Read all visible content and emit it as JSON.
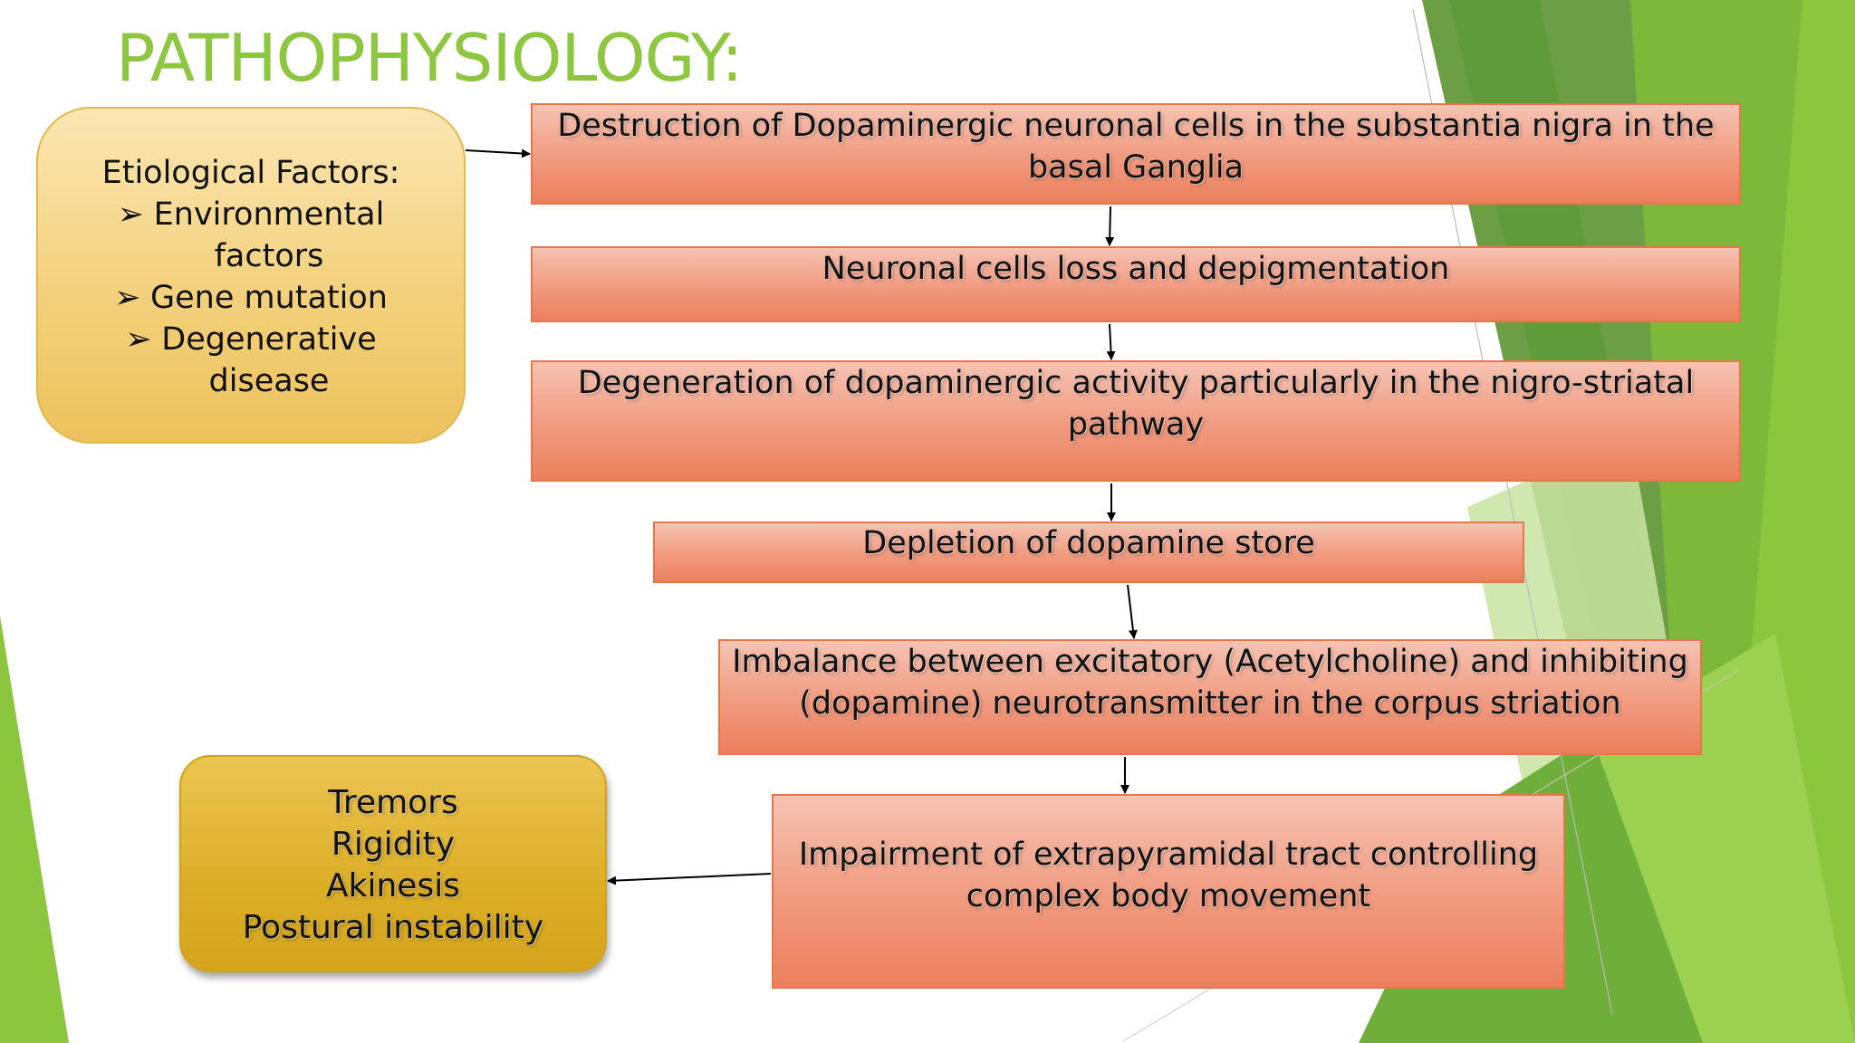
{
  "title": "PATHOPHYSIOLOGY:",
  "etiology": {
    "heading": "Etiological Factors:",
    "bullet_glyph": "➢",
    "items": [
      {
        "line1": "Environmental",
        "line2": "factors"
      },
      {
        "line1": "Gene mutation",
        "line2": ""
      },
      {
        "line1": "Degenerative",
        "line2": "disease"
      }
    ]
  },
  "steps": [
    {
      "line1": "Destruction of Dopaminergic neuronal cells in the substantia nigra in the",
      "line2": "basal Ganglia"
    },
    {
      "line1": "Neuronal cells loss and depigmentation",
      "line2": ""
    },
    {
      "line1": "Degeneration of dopaminergic activity particularly in the nigro-striatal",
      "line2": "pathway"
    },
    {
      "line1": "Depletion of dopamine store",
      "line2": ""
    },
    {
      "line1": "Imbalance between excitatory (Acetylcholine) and inhibiting",
      "line2": "(dopamine) neurotransmitter in the corpus striation"
    },
    {
      "line1": "Impairment of extrapyramidal tract controlling",
      "line2": "complex body movement"
    }
  ],
  "symptoms": [
    "Tremors",
    "Rigidity",
    "Akinesis",
    "Postural instability"
  ],
  "colors": {
    "title": "#8dc63f",
    "step_border": "#e8764a",
    "etiology_fill": "#f2cf78",
    "symptoms_fill": "#dcae26",
    "accent_green_dark": "#5e9a3a",
    "accent_green_light": "#8dc63f"
  }
}
